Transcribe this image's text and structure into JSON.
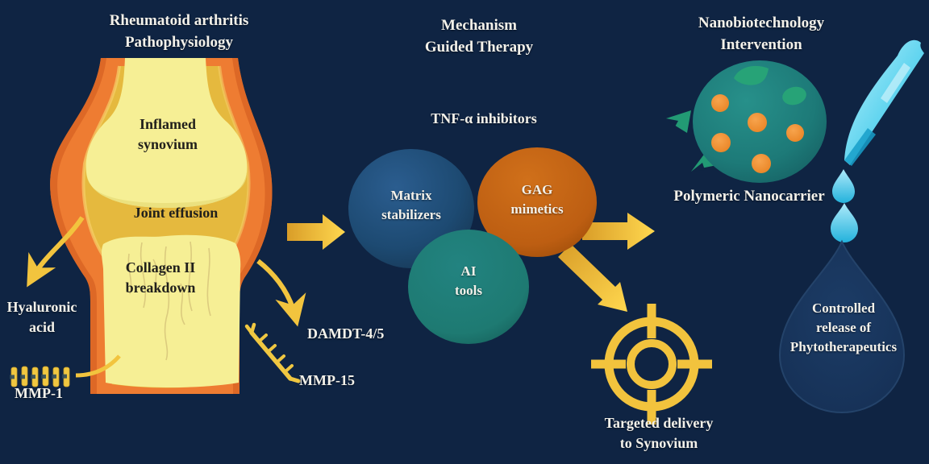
{
  "sections": {
    "pathophysiology": {
      "title": "Rheumatoid arthritis\nPathophysiology",
      "joint_labels": {
        "inflamed_synovium": "Inflamed\nsynovium",
        "joint_effusion": "Joint effusion",
        "collagen_breakdown": "Collagen II\nbreakdown"
      },
      "mediators": {
        "hyaluronic_acid": "Hyaluronic\nacid",
        "mmp1": "MMP-1",
        "damdt": "DAMDT-4/5",
        "mmp15": "MMP-15"
      }
    },
    "therapy": {
      "title": "Mechanism\nGuided Therapy",
      "tnf_label": "TNF-α inhibitors",
      "bubbles": [
        {
          "label": "Matrix\nstabilizers",
          "color": "#1d4a72"
        },
        {
          "label": "GAG\nmimetics",
          "color": "#bd5e12"
        },
        {
          "label": "AI\ntools",
          "color": "#1e7a72"
        }
      ],
      "target_caption": "Targeted delivery\nto Synovium"
    },
    "nano": {
      "title": "Nanobiotechnology\nIntervention",
      "carrier_caption": "Polymeric Nanocarrier",
      "drop_caption": "Controlled\nrelease of\nPhytotherapeutics"
    }
  },
  "colors": {
    "background": "#0f2443",
    "arrow_gold": "#f2c43e",
    "capsule_orange": "#ee7c32",
    "bone_yellow": "#f6ef95",
    "effusion_gold": "#e5b93e",
    "carrier_teal": "#1d7a78",
    "dot_orange": "#ef8a2c",
    "patch_green": "#27a377",
    "dropper_cyan": "#52cdec",
    "drop_navy": "#17345c",
    "text_light": "#f3f1ea",
    "text_dark": "#21201c"
  }
}
